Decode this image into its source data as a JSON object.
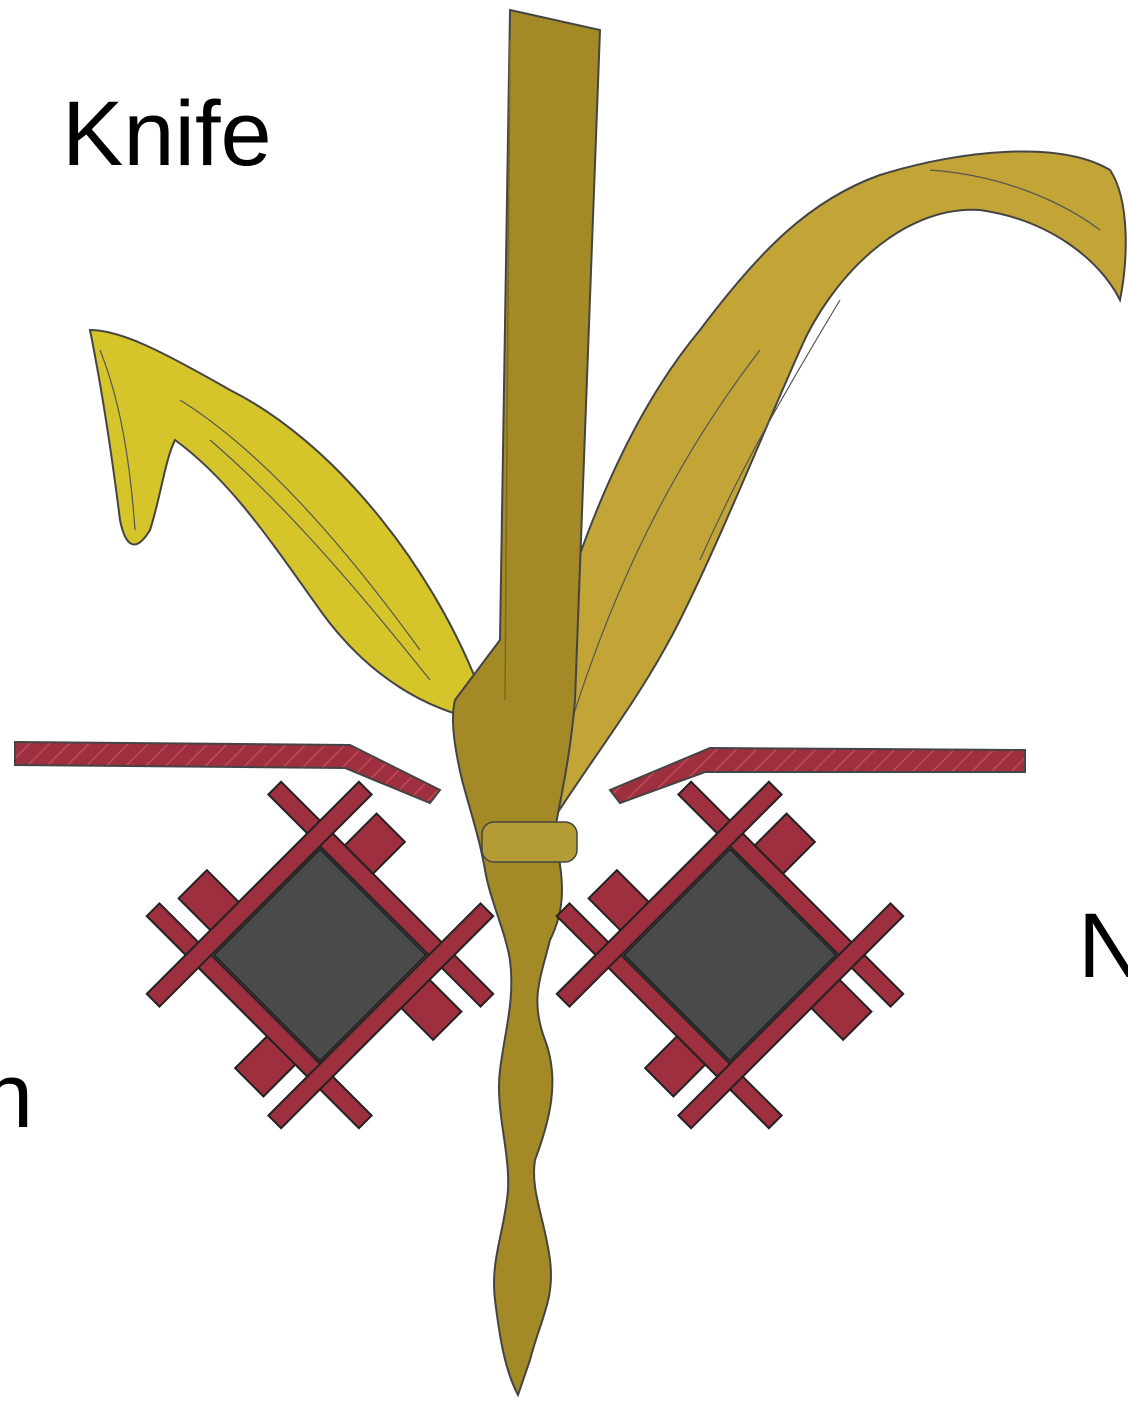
{
  "labels": {
    "knife": "Knife",
    "left_fragment": "n",
    "right_fragment": "N"
  },
  "colors": {
    "stalk": "#a38a26",
    "leaf_left": "#d5c52a",
    "leaf_right": "#c2a536",
    "knife_plate": "#9e2f3e",
    "roller_bolt": "#9e2f3e",
    "roller_body": "#4a4a4a",
    "outline": "#333333"
  }
}
